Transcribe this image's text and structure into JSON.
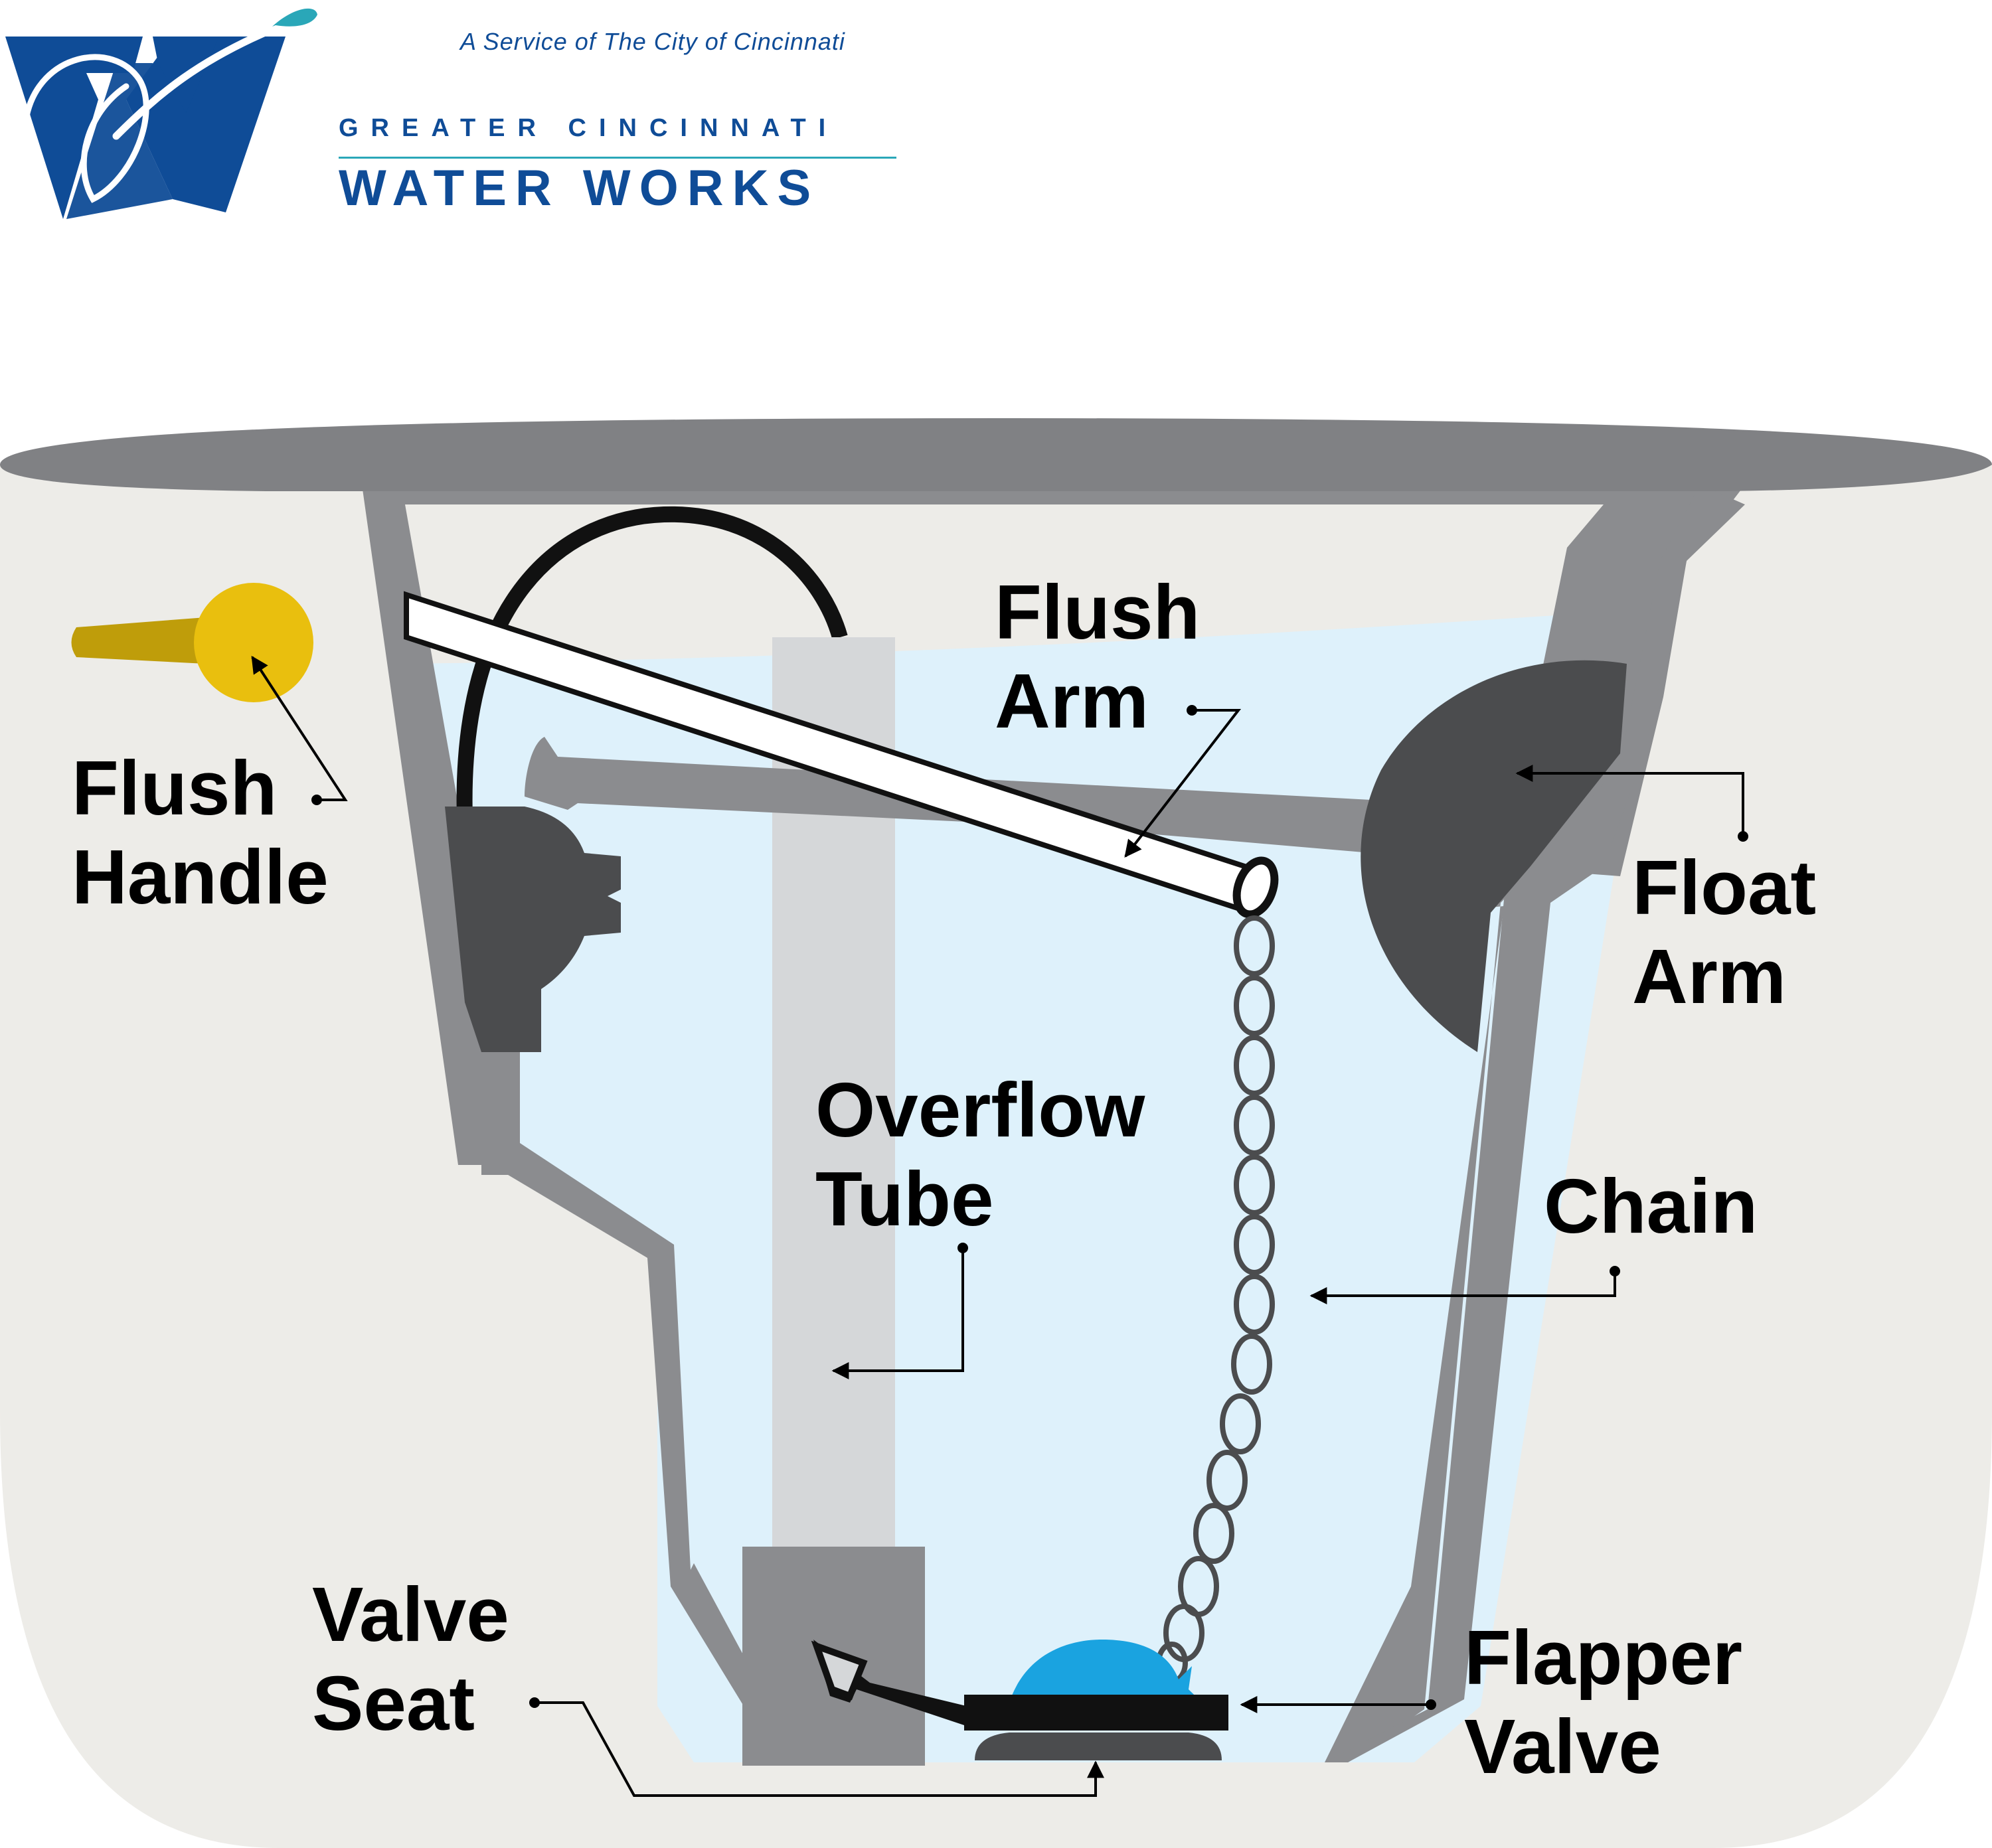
{
  "brand": {
    "tagline": "A Service of The City of Cincinnati",
    "name_top": "GREATER CINCINNATI",
    "name_bottom": "WATER WORKS",
    "logo_letter": "W",
    "colors": {
      "blue": "#0f4c97",
      "teal": "#2aa7b8"
    }
  },
  "labels": {
    "flush_handle": [
      "Flush",
      "Handle"
    ],
    "flush_arm": [
      "Flush",
      "Arm"
    ],
    "float_arm": [
      "Float",
      "Arm"
    ],
    "overflow_tube": [
      "Overflow",
      "Tube"
    ],
    "chain": [
      "Chain"
    ],
    "valve_seat": [
      "Valve",
      "Seat"
    ],
    "flapper_valve": [
      "Flapper",
      "Valve"
    ]
  },
  "colors": {
    "tank_body": "#edece8",
    "tank_wall": "#8b8c8f",
    "water": "#def1fb",
    "dark_part": "#4b4c4e",
    "handle": "#e9bf0e",
    "handle_lever": "#bf9d0a",
    "flapper": "#1aa3e0",
    "overflow_tube": "#d5d7d9"
  }
}
